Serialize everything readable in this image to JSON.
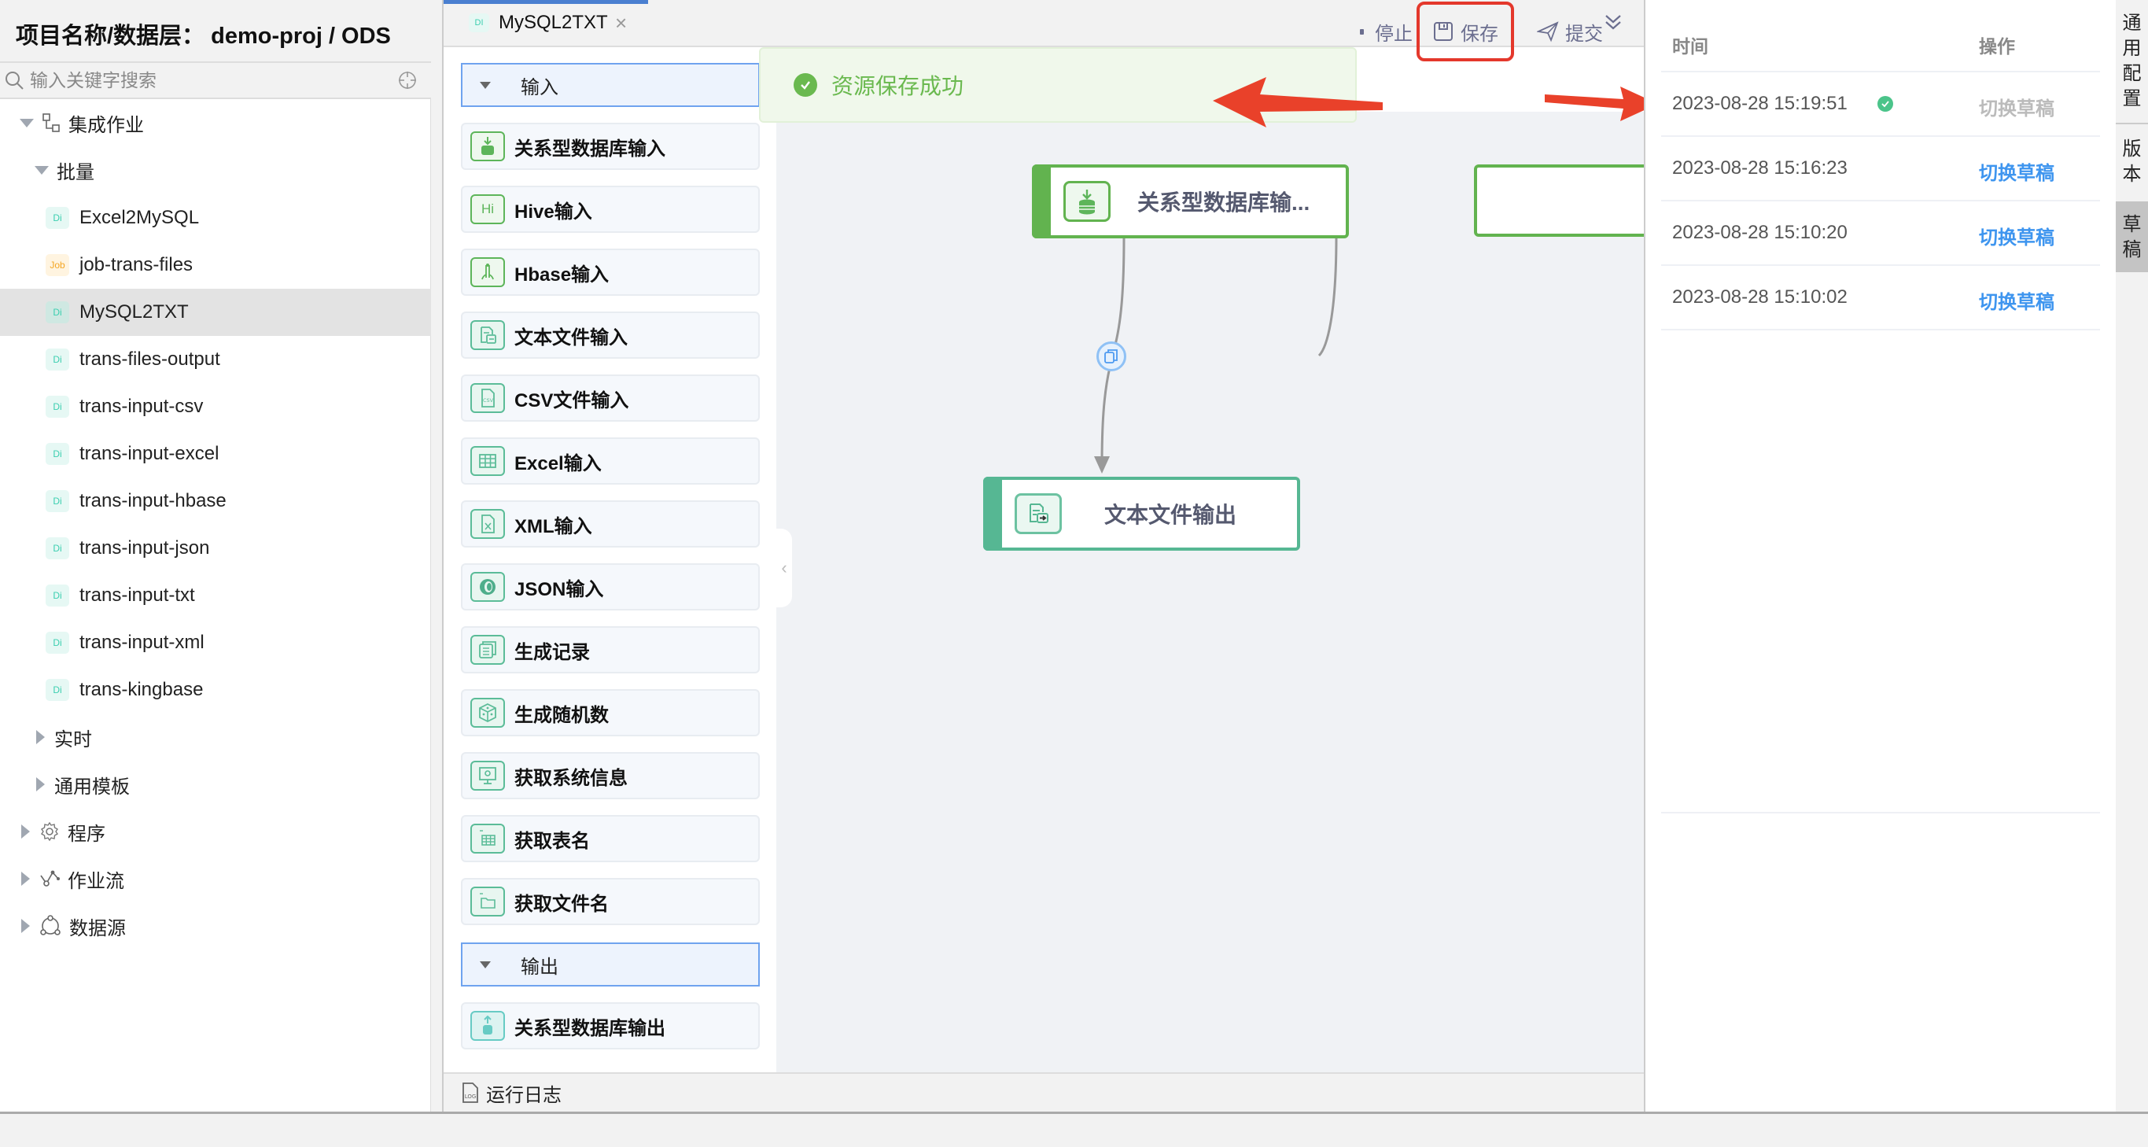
{
  "sidebar": {
    "title": "项目名称/数据层： demo-proj / ODS",
    "search": {
      "placeholder": "输入关键字搜索",
      "value": ""
    },
    "tree": [
      {
        "label": "集成作业",
        "level": 0,
        "expanded": true,
        "icon": "integration-job-icon"
      },
      {
        "label": "批量",
        "level": 1,
        "expanded": true
      },
      {
        "label": "Excel2MySQL",
        "level": 2,
        "badge": "Di"
      },
      {
        "label": "job-trans-files",
        "level": 2,
        "badge": "Job"
      },
      {
        "label": "MySQL2TXT",
        "level": 2,
        "badge": "Di",
        "selected": true
      },
      {
        "label": "trans-files-output",
        "level": 2,
        "badge": "Di"
      },
      {
        "label": "trans-input-csv",
        "level": 2,
        "badge": "Di"
      },
      {
        "label": "trans-input-excel",
        "level": 2,
        "badge": "Di"
      },
      {
        "label": "trans-input-hbase",
        "level": 2,
        "badge": "Di"
      },
      {
        "label": "trans-input-json",
        "level": 2,
        "badge": "Di"
      },
      {
        "label": "trans-input-txt",
        "level": 2,
        "badge": "Di"
      },
      {
        "label": "trans-input-xml",
        "level": 2,
        "badge": "Di"
      },
      {
        "label": "trans-kingbase",
        "level": 2,
        "badge": "Di"
      },
      {
        "label": "实时",
        "level": 1,
        "expanded": false
      },
      {
        "label": "通用模板",
        "level": 1,
        "expanded": false
      },
      {
        "label": "程序",
        "level": 0,
        "expanded": false,
        "icon": "gear-icon"
      },
      {
        "label": "作业流",
        "level": 0,
        "expanded": false,
        "icon": "workflow-icon"
      },
      {
        "label": "数据源",
        "level": 0,
        "expanded": false,
        "icon": "datasource-icon"
      }
    ]
  },
  "editor": {
    "tab": {
      "badge": "DI",
      "label": "MySQL2TXT",
      "close": "×"
    },
    "toolbar": {
      "stop": "停止",
      "save": "保存",
      "submit": "提交"
    },
    "toast": {
      "message": "资源保存成功",
      "type": "success"
    },
    "toolbox": {
      "input_group": "输入",
      "input_items": [
        {
          "label": "关系型数据库输入",
          "icon": "db-input-icon"
        },
        {
          "label": "Hive输入",
          "icon": "hive-icon",
          "glyph": "Hi"
        },
        {
          "label": "Hbase输入",
          "icon": "hbase-icon"
        },
        {
          "label": "文本文件输入",
          "icon": "text-file-input-icon"
        },
        {
          "label": "CSV文件输入",
          "icon": "csv-file-icon",
          "glyph": "csv"
        },
        {
          "label": "Excel输入",
          "icon": "excel-icon"
        },
        {
          "label": "XML输入",
          "icon": "xml-icon"
        },
        {
          "label": "JSON输入",
          "icon": "json-icon"
        },
        {
          "label": "生成记录",
          "icon": "generate-records-icon"
        },
        {
          "label": "生成随机数",
          "icon": "dice-icon"
        },
        {
          "label": "获取系统信息",
          "icon": "system-info-icon"
        },
        {
          "label": "获取表名",
          "icon": "table-name-icon"
        },
        {
          "label": "获取文件名",
          "icon": "file-name-icon"
        }
      ],
      "output_group": "输出",
      "output_items": [
        {
          "label": "关系型数据库输出",
          "icon": "db-output-icon"
        }
      ]
    },
    "canvas": {
      "nodes": [
        {
          "label": "关系型数据库输...",
          "type": "db-input"
        },
        {
          "label": "文本文件输出",
          "type": "text-file-output"
        }
      ],
      "edges": [
        {
          "from": 0,
          "to": 1,
          "mode": "copy"
        }
      ]
    },
    "log_bar": {
      "label": "运行日志"
    }
  },
  "right_panel": {
    "columns": {
      "time": "时间",
      "action": "操作"
    },
    "rows": [
      {
        "time": "2023-08-28 15:19:51",
        "current": true,
        "action": "切换草稿",
        "enabled": false
      },
      {
        "time": "2023-08-28 15:16:23",
        "current": false,
        "action": "切换草稿",
        "enabled": true
      },
      {
        "time": "2023-08-28 15:10:20",
        "current": false,
        "action": "切换草稿",
        "enabled": true
      },
      {
        "time": "2023-08-28 15:10:02",
        "current": false,
        "action": "切换草稿",
        "enabled": true
      }
    ],
    "vertical_tabs": [
      {
        "label": "通用配置",
        "active": false
      },
      {
        "label": "版本",
        "active": false
      },
      {
        "label": "草稿",
        "active": true
      }
    ]
  },
  "colors": {
    "accent_blue": "#3e95ef",
    "success_green": "#6ab94f",
    "node_green": "#62b34f",
    "node_teal": "#56b793",
    "annotation_red": "#e4382c"
  }
}
